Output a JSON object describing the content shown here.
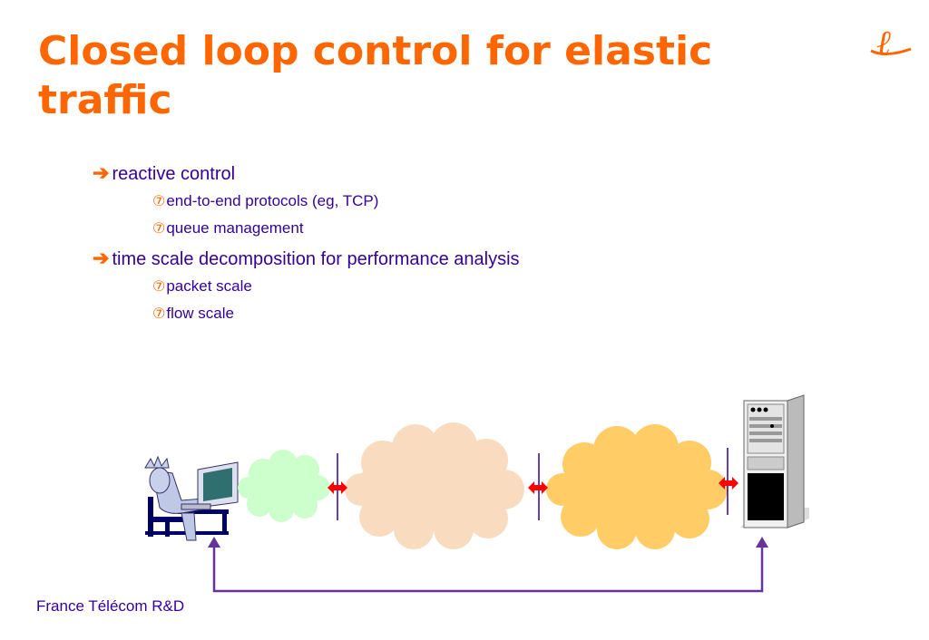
{
  "slide": {
    "title": "Closed loop control for elastic traffic",
    "bullets": [
      {
        "text": "reactive control",
        "subs": [
          "end-to-end protocols (eg, TCP)",
          "queue management"
        ]
      },
      {
        "text": "time scale decomposition for performance analysis",
        "subs": [
          "packet scale",
          "flow scale"
        ]
      }
    ],
    "bullet_marker": "➔",
    "sub_marker": "⑦",
    "footer": "France Télécom R&D",
    "logo_mark": "ℓ"
  },
  "diagram": {
    "icons": [
      "user-at-computer-icon",
      "server-icon",
      "bidirectional-arrow-icon"
    ],
    "colors": {
      "access_cloud": "#ccffcc",
      "network_cloud_1": "#f9dcc0",
      "network_cloud_2": "#ffcc66",
      "feedback_loop": "#663399",
      "link_arrow": "#ff0000",
      "accent": "#ff6600",
      "text": "#330099"
    }
  }
}
